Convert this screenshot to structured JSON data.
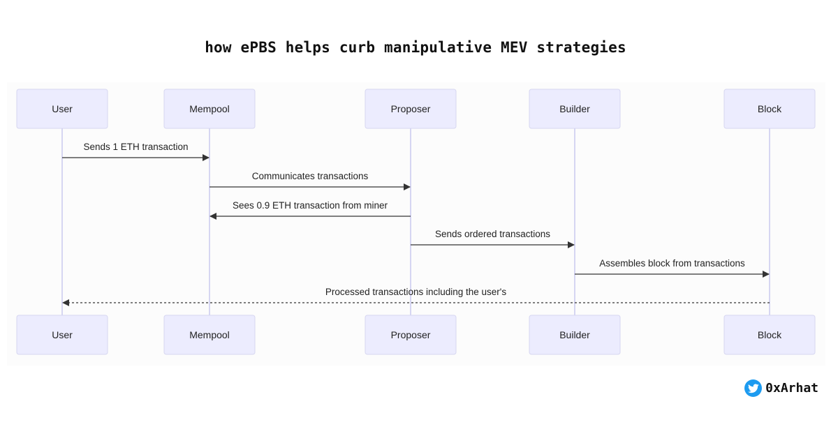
{
  "title": "how ePBS helps curb manipulative MEV strategies",
  "participants": [
    {
      "id": "user",
      "label": "User"
    },
    {
      "id": "mempool",
      "label": "Mempool"
    },
    {
      "id": "proposer",
      "label": "Proposer"
    },
    {
      "id": "builder",
      "label": "Builder"
    },
    {
      "id": "block",
      "label": "Block"
    }
  ],
  "messages": [
    {
      "from": "user",
      "to": "mempool",
      "label": "Sends 1 ETH transaction",
      "style": "solid"
    },
    {
      "from": "mempool",
      "to": "proposer",
      "label": "Communicates transactions",
      "style": "solid"
    },
    {
      "from": "proposer",
      "to": "mempool",
      "label": "Sees 0.9 ETH transaction from miner",
      "style": "solid"
    },
    {
      "from": "proposer",
      "to": "builder",
      "label": "Sends ordered transactions",
      "style": "solid"
    },
    {
      "from": "builder",
      "to": "block",
      "label": "Assembles block from transactions",
      "style": "solid"
    },
    {
      "from": "block",
      "to": "user",
      "label": "Processed transactions including the user's",
      "style": "dotted"
    }
  ],
  "footer": {
    "handle": "0xArhat",
    "icon": "twitter-icon"
  },
  "colors": {
    "participant_fill": "#ececfe",
    "lifeline": "#c9c9ee",
    "arrow": "#333333",
    "twitter_blue": "#1d9bf0"
  }
}
